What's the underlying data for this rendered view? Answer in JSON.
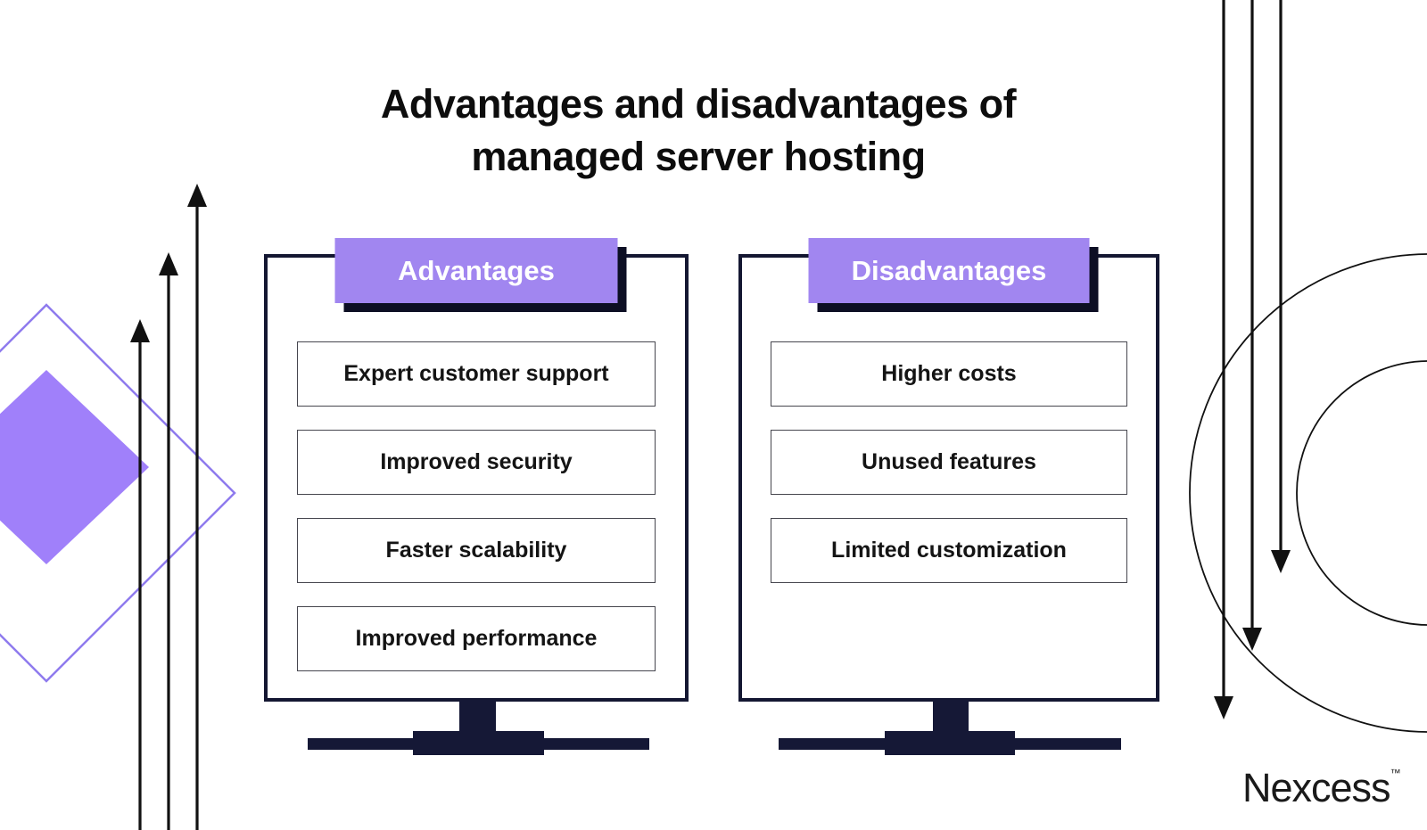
{
  "title": {
    "line1": "Advantages and disadvantages of",
    "line2": "managed server hosting"
  },
  "panels": {
    "advantages": {
      "header": "Advantages",
      "items": [
        "Expert customer support",
        "Improved security",
        "Faster scalability",
        "Improved performance"
      ]
    },
    "disadvantages": {
      "header": "Disadvantages",
      "items": [
        "Higher costs",
        "Unused features",
        "Limited customization"
      ]
    }
  },
  "brand": {
    "name": "Nexcess",
    "trademark": "™"
  },
  "decorations": {
    "left": [
      "outline-diamond",
      "filled-diamond",
      "up-arrow x3"
    ],
    "right": [
      "down-arrow x3",
      "concentric-circles x2"
    ]
  },
  "colors": {
    "background": "#FFFFFF",
    "accent_purple": "#A186F0",
    "diamond_fill": "#A080FA",
    "diamond_outline": "#8F7BEE",
    "monitor_frame": "#141732",
    "header_shadow": "#0D0F24",
    "line_black": "#111111",
    "title_text": "#0D0D0D",
    "header_text": "#FFFFFF"
  }
}
